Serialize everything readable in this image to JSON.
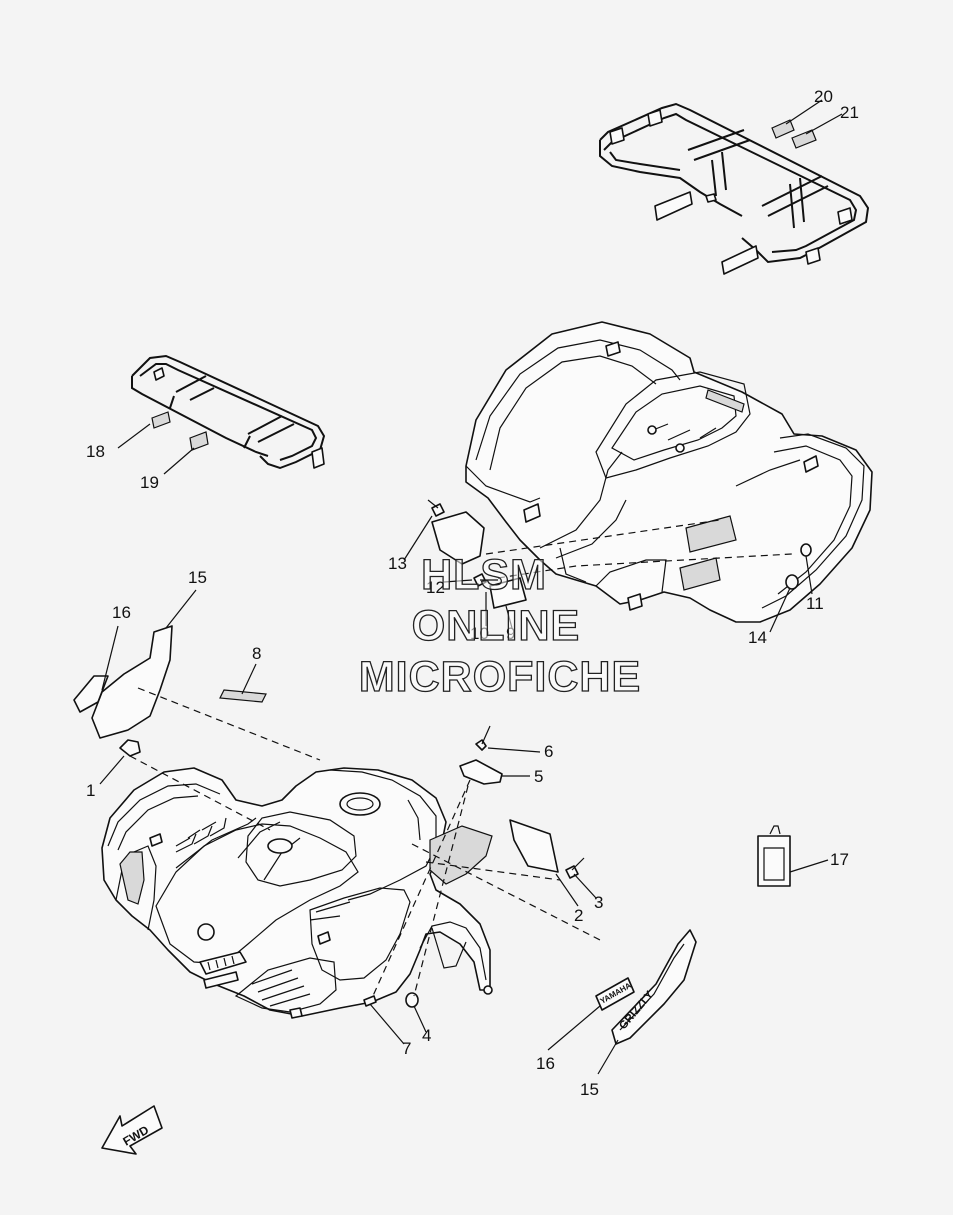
{
  "diagram": {
    "callouts": [
      "1",
      "2",
      "3",
      "4",
      "5",
      "6",
      "7",
      "8",
      "9",
      "10",
      "11",
      "12",
      "13",
      "14",
      "15",
      "16",
      "17",
      "18",
      "19",
      "20",
      "21",
      "15",
      "16"
    ],
    "watermark": {
      "line1": "HLSM",
      "line2": "ONLINE",
      "line3": "MICROFICHE"
    },
    "fwd_label": "FWD",
    "label_texts": {
      "grizzly": "GRIZZLY",
      "yamaha": "YAMAHA"
    }
  }
}
